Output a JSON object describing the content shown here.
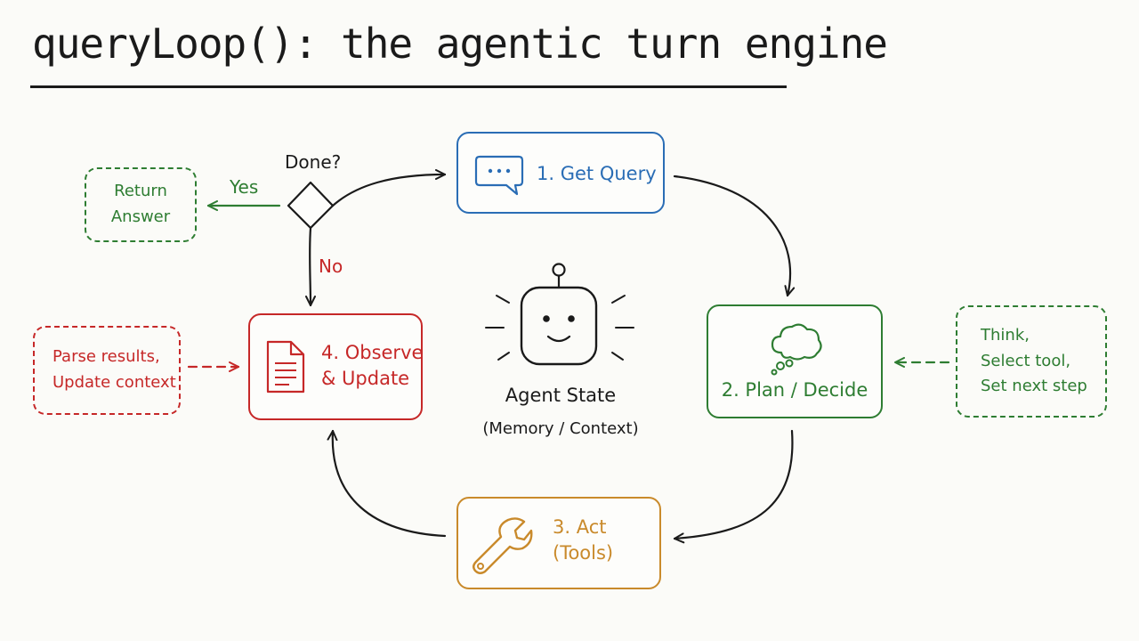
{
  "title": "queryLoop(): the agentic turn engine",
  "colors": {
    "ink": "#1a1a1a",
    "blue": "#2a6db5",
    "green": "#2e7d32",
    "orange": "#c98a2b",
    "red": "#c62828"
  },
  "decision": {
    "label": "Done?",
    "yes_label": "Yes",
    "no_label": "No"
  },
  "return_note": {
    "line1": "Return",
    "line2": "Answer"
  },
  "step1": {
    "label": "1. Get Query",
    "icon": "chat-bubble-icon"
  },
  "step2": {
    "label": "2. Plan / Decide",
    "icon": "thought-cloud-icon"
  },
  "step3": {
    "line1": "3. Act",
    "line2": "(Tools)",
    "icon": "wrench-icon"
  },
  "step4": {
    "line1": "4. Observe",
    "line2": "& Update",
    "icon": "document-icon"
  },
  "plan_note": {
    "line1": "Think,",
    "line2": "Select tool,",
    "line3": "Set next step"
  },
  "observe_note": {
    "line1": "Parse results,",
    "line2": "Update context"
  },
  "agent": {
    "label": "Agent State",
    "sublabel": "(Memory / Context)",
    "icon": "robot-icon"
  }
}
